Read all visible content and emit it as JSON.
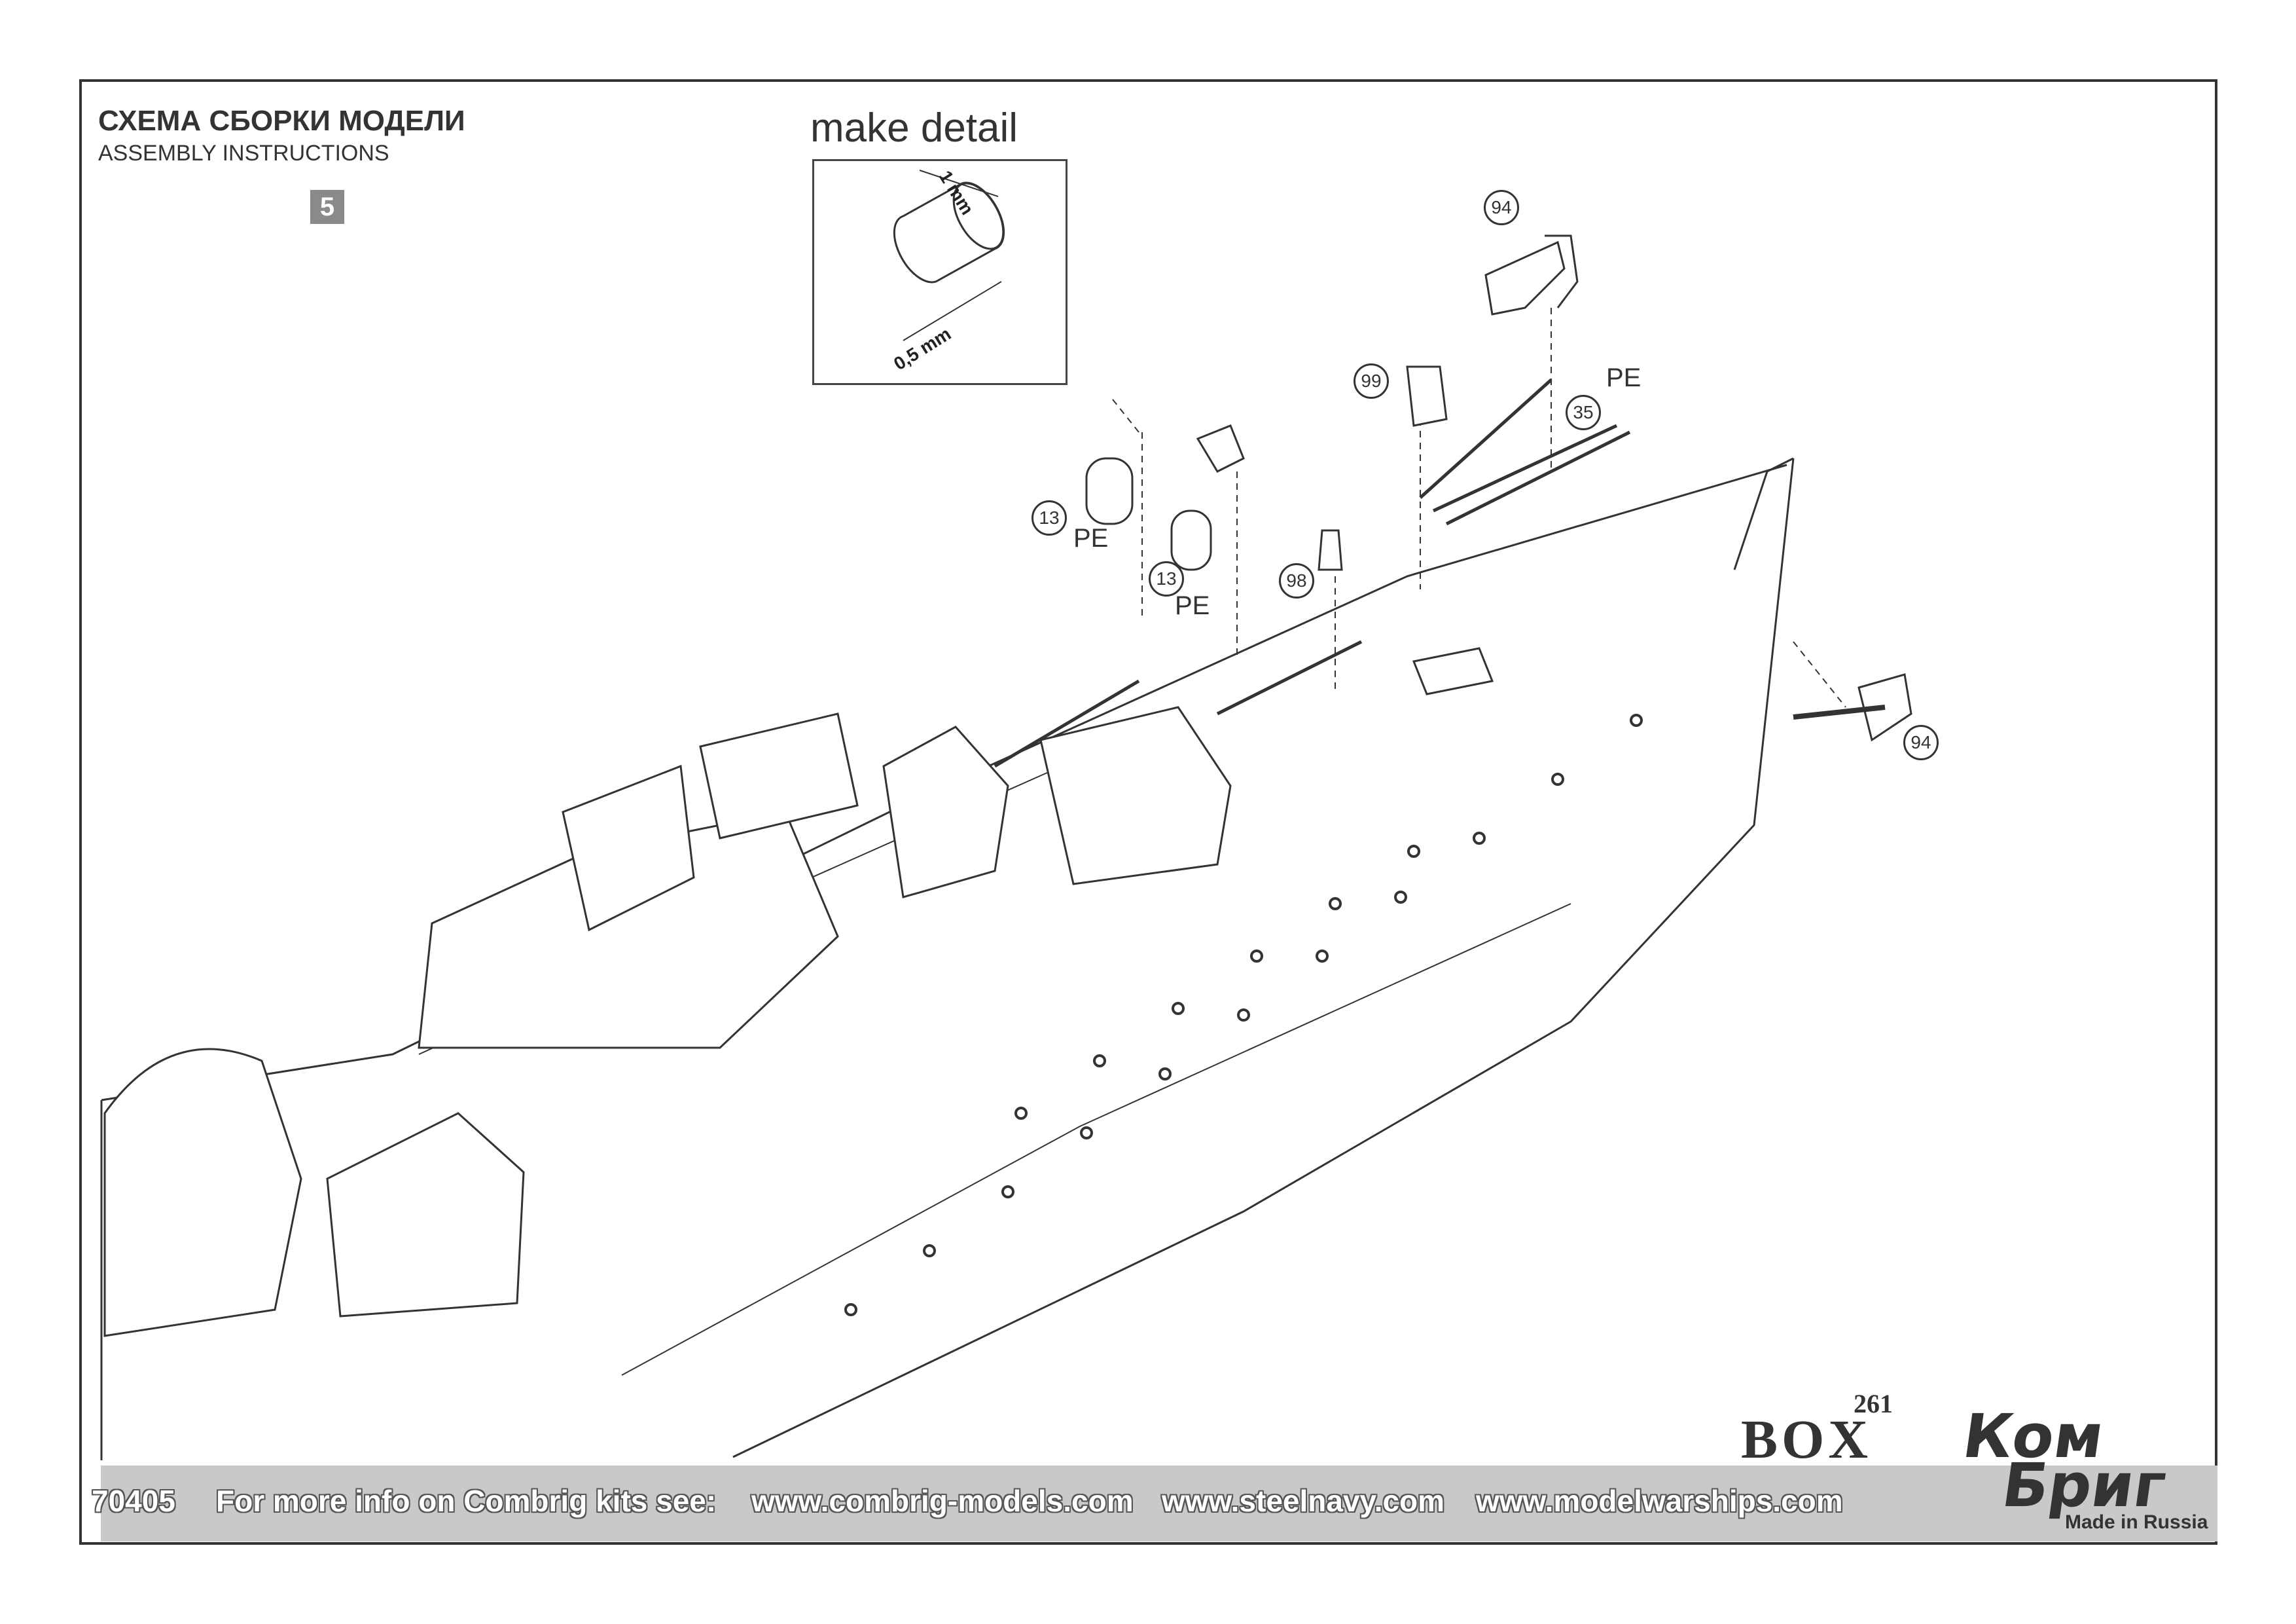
{
  "header": {
    "title_ru": "СХЕМА СБОРКИ МОДЕЛИ",
    "title_en": "ASSEMBLY INSTRUCTIONS",
    "step": "5"
  },
  "detail": {
    "title": "make detail",
    "dim_length": "1 mm",
    "dim_diameter": "0,5 mm"
  },
  "callouts": {
    "p94_top": "94",
    "p94_side": "94",
    "p99": "99",
    "p35": "35",
    "p13_a": "13",
    "p13_b": "13",
    "p98": "98"
  },
  "pe_labels": {
    "pe_35": "PE",
    "pe_13_a": "PE",
    "pe_13_b": "PE"
  },
  "footer": {
    "code": "70405",
    "info": "For more info on Combrig kits see:",
    "url1": "www.combrig-models.com",
    "url2": "www.steelnavy.com",
    "url3": "www.modelwarships.com"
  },
  "brand": {
    "box": "BOX",
    "box_number": "261",
    "logo_line1": "Ком",
    "logo_line2": "Бриг",
    "made_in": "Made in Russia"
  }
}
